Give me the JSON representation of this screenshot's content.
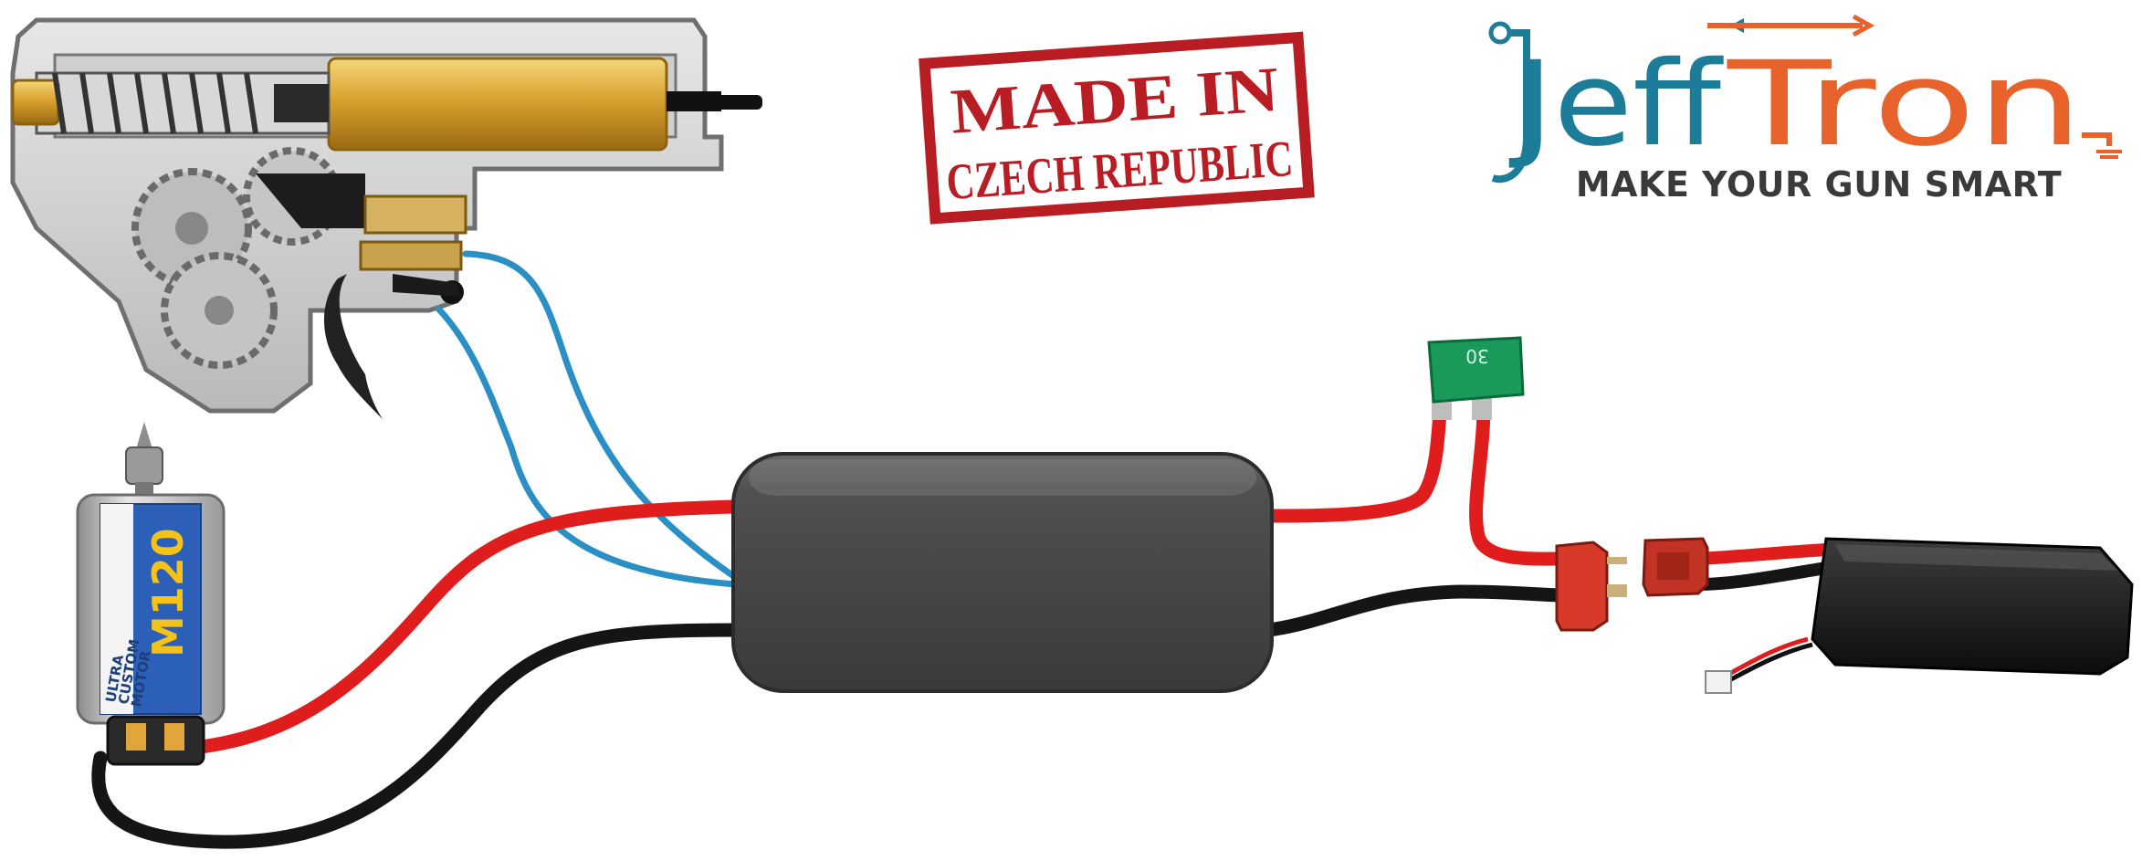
{
  "stamp": {
    "line1": "MADE IN",
    "line2": "CZECH REPUBLIC"
  },
  "logo": {
    "part1": "Jeff",
    "part2": "Tron",
    "tagline": "MAKE YOUR GUN SMART",
    "colors": {
      "teal": "#1d7d99",
      "orange": "#e8632b",
      "text": "#3a3a3a"
    }
  },
  "motor": {
    "label_line1": "ULTRA",
    "label_line2": "CUSTOM",
    "label_line3": "MOTOR",
    "model": "M120"
  },
  "fuse": {
    "rating": "30"
  },
  "wire_colors": {
    "red": "#e01d1d",
    "black": "#151515",
    "blue": "#2a8fc5",
    "controller": "#4a4a4a"
  }
}
